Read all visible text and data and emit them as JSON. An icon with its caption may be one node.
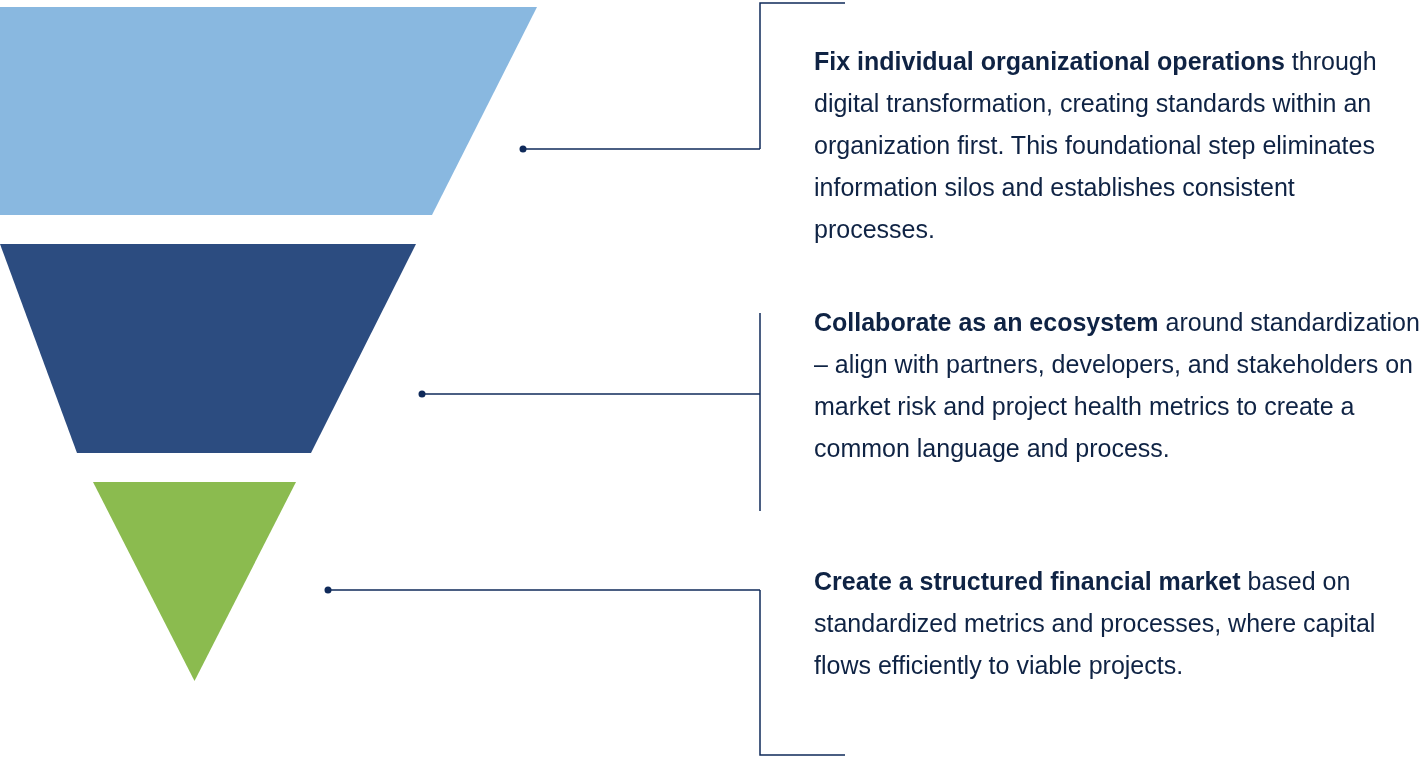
{
  "diagram": {
    "nodes": [
      {
        "text": [],
        "shape": "trapezoid"
      },
      {
        "text": [],
        "shape": "trapezoid"
      },
      {
        "text": [],
        "shape": "triangle"
      },
      {
        "text": [
          "**Fix individual organizational operations** through digital transformation, creating standards within an organization first. This foundational step eliminates information silos and establishes consistent processes."
        ]
      },
      {
        "text": [
          "**Collaborate as an ecosystem** around standardization – align with partners, developers, and stakeholders on market risk and project health metrics to create a common language and process."
        ]
      },
      {
        "text": [
          "**Create a structured financial market** based on standardized metrics and processes, where capital flows efficiently to viable projects."
        ]
      }
    ],
    "edges": [
      {
        "from": 3,
        "to": 0,
        "arrow": "other"
      },
      {
        "from": 4,
        "to": 1,
        "arrow": "other"
      },
      {
        "from": 5,
        "to": 2,
        "arrow": "other"
      }
    ]
  }
}
